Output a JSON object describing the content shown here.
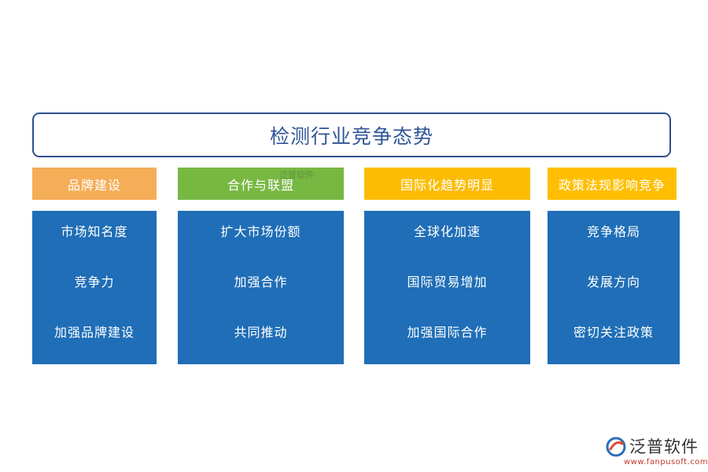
{
  "title": "检测行业竞争态势",
  "colors": {
    "title_border": "#2f4f8f",
    "title_text": "#2f5597",
    "body_fill": "#1f6eb7",
    "header_orange": "#f6ad57",
    "header_green": "#77b843",
    "header_gold": "#fcbc04",
    "header_amber": "#ffbf00"
  },
  "columns": [
    {
      "header": "品牌建设",
      "header_color": "#f6ad57",
      "items": [
        "市场知名度",
        "竞争力",
        "加强品牌建设"
      ]
    },
    {
      "header": "合作与联盟",
      "header_color": "#77b843",
      "items": [
        "扩大市场份额",
        "加强合作",
        "共同推动"
      ]
    },
    {
      "header": "国际化趋势明显",
      "header_color": "#fcbc04",
      "items": [
        "全球化加速",
        "国际贸易增加",
        "加强国际合作"
      ]
    },
    {
      "header": "政策法规影响竞争",
      "header_color": "#ffbf00",
      "items": [
        "竞争格局",
        "发展方向",
        "密切关注政策"
      ]
    }
  ],
  "watermark": "泛普软件",
  "logo": {
    "icon": "fanpu-logo-icon",
    "name": "泛普软件",
    "url": "www.fanpusoft.com"
  }
}
